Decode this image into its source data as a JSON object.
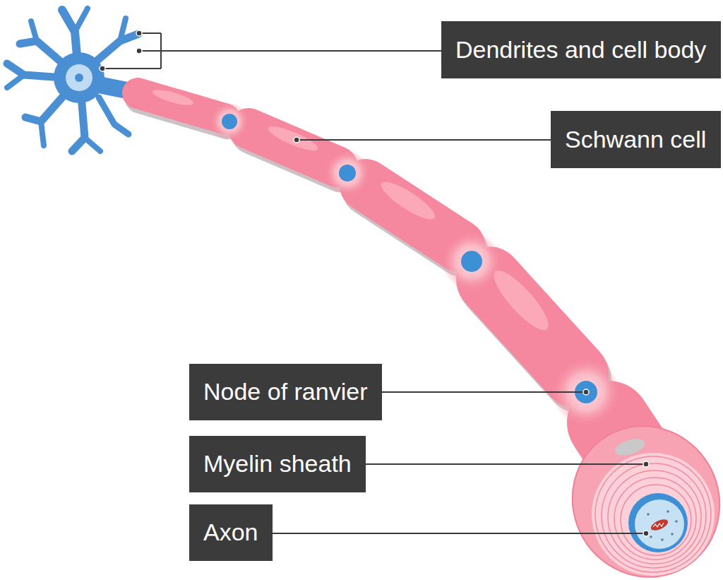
{
  "diagram": {
    "nodes": [
      {
        "text": [
          "Dendrites and cell body"
        ]
      },
      {
        "text": [
          "Schwann cell"
        ]
      },
      {
        "text": [
          "Node of ranvier"
        ]
      },
      {
        "text": [
          "Myelin sheath"
        ]
      },
      {
        "text": [
          "Axon"
        ]
      }
    ]
  }
}
